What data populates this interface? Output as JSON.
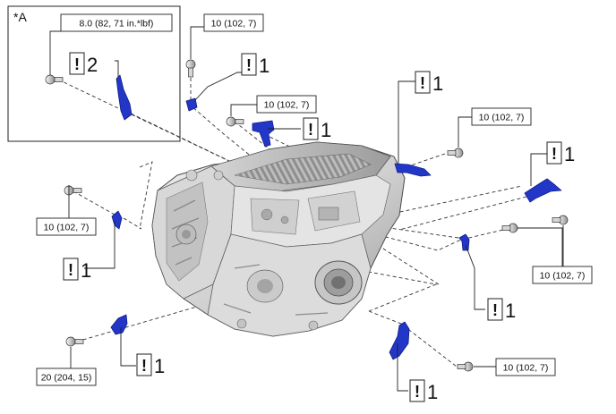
{
  "inset": {
    "label": "*A"
  },
  "torques": [
    {
      "id": "inset-bolt",
      "text": "8.0 (82, 71 in.*lbf)"
    },
    {
      "id": "top-bolt",
      "text": "10 (102, 7)"
    },
    {
      "id": "upper-middle-bolt",
      "text": "10 (102, 7)"
    },
    {
      "id": "upper-right-bolt",
      "text": "10 (102, 7)"
    },
    {
      "id": "left-bolt",
      "text": "10 (102, 7)"
    },
    {
      "id": "right-bolt",
      "text": "10 (102, 7)"
    },
    {
      "id": "lower-left-bolt",
      "text": "20 (204, 15)"
    },
    {
      "id": "lower-right-bolt",
      "text": "10 (102, 7)"
    }
  ],
  "callouts": [
    {
      "id": "inset",
      "mark": "!",
      "num": "2"
    },
    {
      "id": "top",
      "mark": "!",
      "num": "1"
    },
    {
      "id": "upper-middle",
      "mark": "!",
      "num": "1"
    },
    {
      "id": "upper-right",
      "mark": "!",
      "num": "1"
    },
    {
      "id": "far-right",
      "mark": "!",
      "num": "1"
    },
    {
      "id": "left",
      "mark": "!",
      "num": "1"
    },
    {
      "id": "right-lower",
      "mark": "!",
      "num": "1"
    },
    {
      "id": "bottom-left",
      "mark": "!",
      "num": "1"
    },
    {
      "id": "bottom-right",
      "mark": "!",
      "num": "1"
    }
  ],
  "colors": {
    "bracket": "#2236c8",
    "bracket_dark": "#121e86",
    "housing_light": "#e2e2e2",
    "housing_mid": "#b9b9b9",
    "housing_dark": "#6f6f6f",
    "line": "#222222"
  }
}
